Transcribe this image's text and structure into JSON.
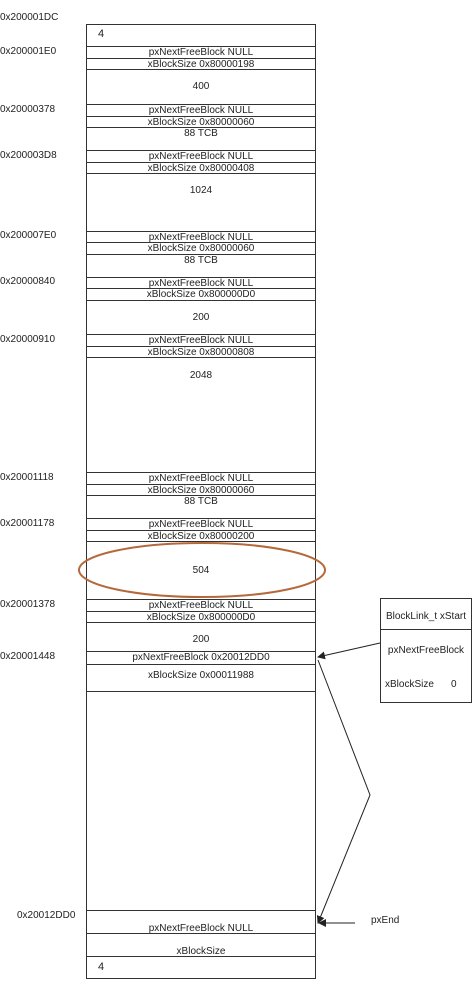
{
  "addresses": {
    "a1dc": "0x200001DC",
    "a1e0": "0x200001E0",
    "a378": "0x20000378",
    "a3d8": "0x200003D8",
    "a7e0": "0x200007E0",
    "a840": "0x20000840",
    "a910": "0x20000910",
    "a1118": "0x20001118",
    "a1178": "0x20001178",
    "a1378": "0x20001378",
    "a1448": "0x20001448",
    "aend": "0x20012DD0"
  },
  "memory": {
    "top_size": "4",
    "b1_next": "pxNextFreeBlock NULL",
    "b1_size": "xBlockSize  0x80000198",
    "b1_data": "400",
    "b2_next": "pxNextFreeBlock NULL",
    "b2_size": "xBlockSize  0x80000060",
    "b2_data": "88  TCB",
    "b3_next": "pxNextFreeBlock NULL",
    "b3_size": "xBlockSize  0x80000408",
    "b3_data": "1024",
    "b4_next": "pxNextFreeBlock NULL",
    "b4_size": "xBlockSize  0x80000060",
    "b4_data": "88  TCB",
    "b5_next": "pxNextFreeBlock NULL",
    "b5_size": "xBlockSize  0x800000D0",
    "b5_data": "200",
    "b6_next": "pxNextFreeBlock NULL",
    "b6_size": "xBlockSize  0x80000808",
    "b6_data": "2048",
    "b7_next": "pxNextFreeBlock NULL",
    "b7_size": "xBlockSize  0x80000060",
    "b7_data": "88  TCB",
    "b8_next": "pxNextFreeBlock NULL",
    "b8_size": "xBlockSize  0x80000200",
    "b8_data": "504",
    "b9_next": "pxNextFreeBlock NULL",
    "b9_size": "xBlockSize  0x800000D0",
    "b9_data": "200",
    "free_next": "pxNextFreeBlock 0x20012DD0",
    "free_size": "xBlockSize  0x00011988",
    "end_next": "pxNextFreeBlock NULL",
    "end_size": "xBlockSize",
    "bottom_size": "4"
  },
  "struct": {
    "title": "BlockLink_t xStart",
    "next": "pxNextFreeBlock",
    "size_label": "xBlockSize",
    "size_value": "0"
  },
  "pxend_label": "pxEnd",
  "colors": {
    "line": "#333333",
    "highlight": "#b5693a"
  }
}
